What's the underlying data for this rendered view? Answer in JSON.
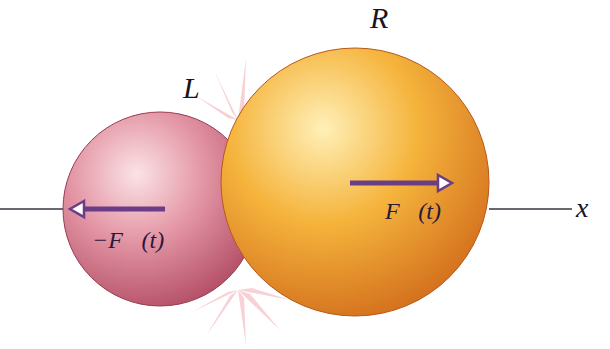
{
  "diagram": {
    "nodes": [
      {
        "text": [
          "L",
          "−F⃗(t)"
        ]
      },
      {
        "text": [
          "R",
          "F⃗(t)"
        ]
      }
    ],
    "labels": [
      "x"
    ]
  }
}
